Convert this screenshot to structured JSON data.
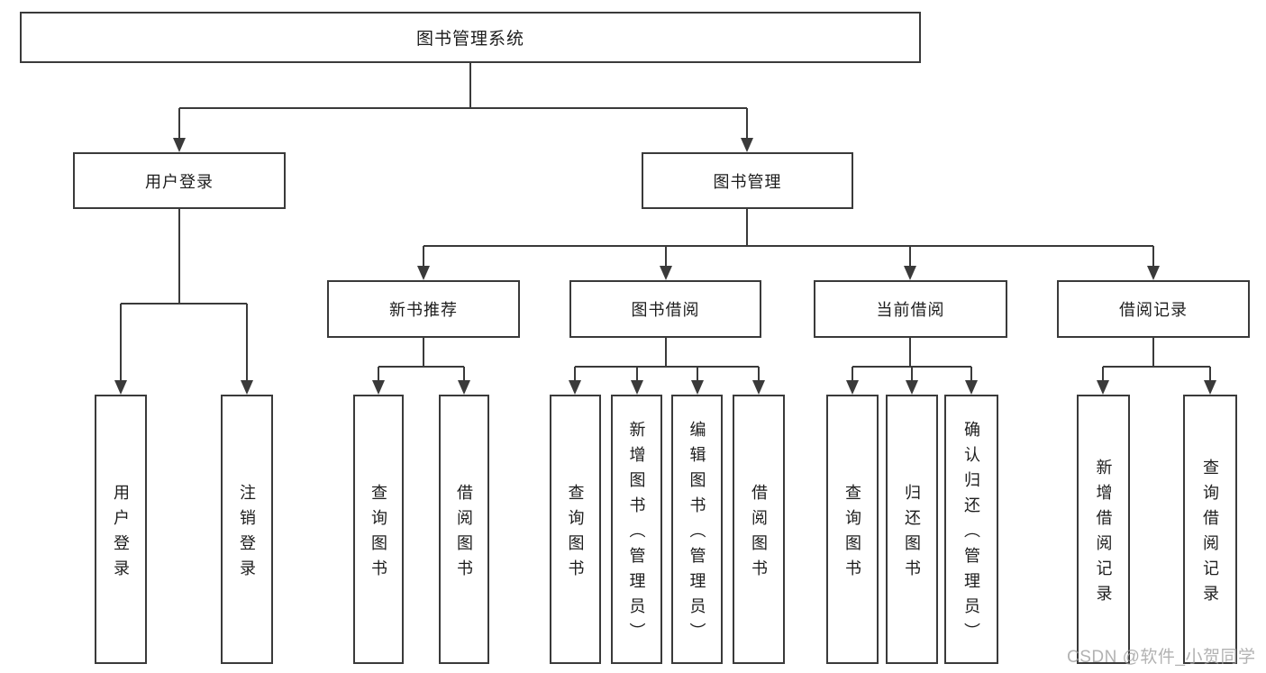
{
  "diagram": {
    "type": "hierarchy-diagram",
    "colors": {
      "line": "#3a3a3a",
      "box_border": "#3a3a3a",
      "text": "#1d1d1d",
      "background": "#ffffff",
      "watermark": "#9f9f9f"
    }
  },
  "tree": {
    "root": {
      "label": "图书管理系统",
      "children": [
        {
          "label": "用户登录",
          "children": [
            {
              "label": "用户登录"
            },
            {
              "label": "注销登录"
            }
          ]
        },
        {
          "label": "图书管理",
          "children": [
            {
              "label": "新书推荐",
              "children": [
                {
                  "label": "查询图书"
                },
                {
                  "label": "借阅图书"
                }
              ]
            },
            {
              "label": "图书借阅",
              "children": [
                {
                  "label": "查询图书"
                },
                {
                  "label": "新增图书（管理员）"
                },
                {
                  "label": "编辑图书（管理员）"
                },
                {
                  "label": "借阅图书"
                }
              ]
            },
            {
              "label": "当前借阅",
              "children": [
                {
                  "label": "查询图书"
                },
                {
                  "label": "归还图书"
                },
                {
                  "label": "确认归还（管理员）"
                }
              ]
            },
            {
              "label": "借阅记录",
              "children": [
                {
                  "label": "新增借阅记录"
                },
                {
                  "label": "查询借阅记录"
                }
              ]
            }
          ]
        }
      ]
    }
  },
  "watermark": {
    "text": "CSDN @软件_小贺同学"
  }
}
